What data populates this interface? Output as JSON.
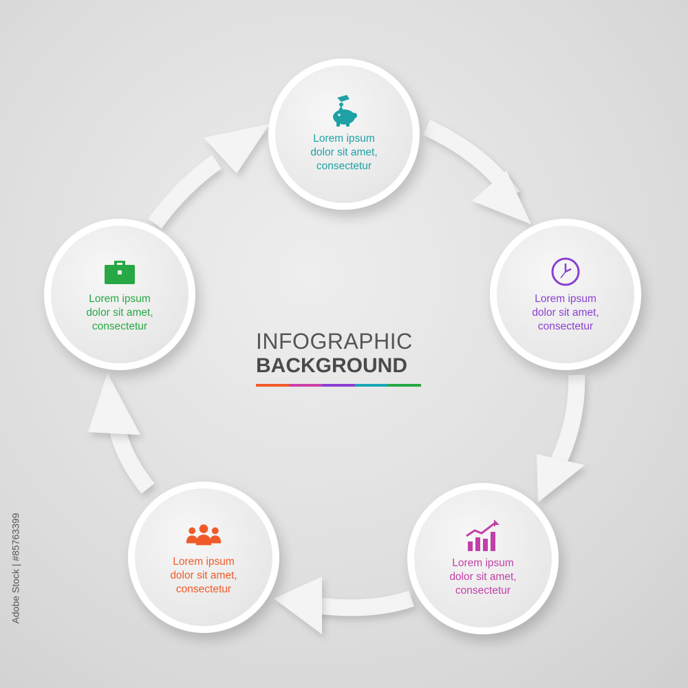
{
  "title": {
    "line1": "INFOGRAPHIC",
    "line2": "BACKGROUND",
    "underline_colors": [
      "#f05a28",
      "#cc3fa7",
      "#8a3fd1",
      "#1aa6b7",
      "#27a844"
    ]
  },
  "nodes": [
    {
      "id": "top",
      "text": "Lorem ipsum\ndolor sit amet,\nconsectetur",
      "color": "#1ea1a6",
      "icon": "piggy-bank-icon"
    },
    {
      "id": "right",
      "text": "Lorem ipsum\ndolor sit amet,\nconsectetur",
      "color": "#8a3fd1",
      "icon": "clock-icon"
    },
    {
      "id": "bottom-right",
      "text": "Lorem ipsum\ndolor sit amet,\nconsectetur",
      "color": "#c23ea8",
      "icon": "growth-chart-icon"
    },
    {
      "id": "bottom-left",
      "text": "Lorem ipsum\ndolor sit amet,\nconsectetur",
      "color": "#f05a28",
      "icon": "people-group-icon"
    },
    {
      "id": "left",
      "text": "Lorem ipsum\ndolor sit amet,\nconsectetur",
      "color": "#27a844",
      "icon": "briefcase-icon"
    }
  ],
  "watermark": {
    "stock_id": "Adobe Stock | #85763399"
  }
}
